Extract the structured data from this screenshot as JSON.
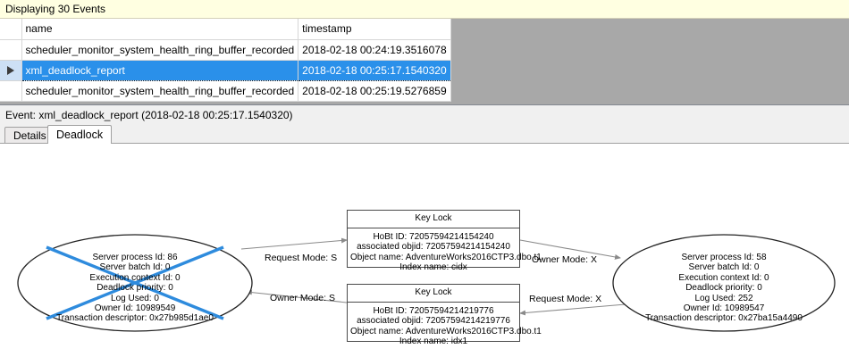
{
  "banner": {
    "text": "Displaying 30 Events"
  },
  "grid": {
    "columns": [
      "",
      "name",
      "timestamp"
    ],
    "rows": [
      {
        "selector": "",
        "name": "scheduler_monitor_system_health_ring_buffer_recorded",
        "timestamp": "2018-02-18 00:24:19.3516078",
        "selected": false
      },
      {
        "selector": "row-marker",
        "name": "xml_deadlock_report",
        "timestamp": "2018-02-18 00:25:17.1540320",
        "selected": true
      },
      {
        "selector": "",
        "name": "scheduler_monitor_system_health_ring_buffer_recorded",
        "timestamp": "2018-02-18 00:25:19.5276859",
        "selected": false
      }
    ]
  },
  "event_header": {
    "text": "Event: xml_deadlock_report (2018-02-18 00:25:17.1540320)"
  },
  "tabs": [
    {
      "label": "Details",
      "active": false
    },
    {
      "label": "Deadlock",
      "active": true
    }
  ],
  "deadlock_graph": {
    "processes": [
      {
        "id": "process-left",
        "victim": true,
        "lines": [
          "Server process Id: 86",
          "Server batch Id: 0",
          "Execution context Id: 0",
          "Deadlock priority: 0",
          "Log Used: 0",
          "Owner Id: 10989549",
          "Transaction descriptor: 0x27b985d1ae0"
        ]
      },
      {
        "id": "process-right",
        "victim": false,
        "lines": [
          "Server process Id: 58",
          "Server batch Id: 0",
          "Execution context Id: 0",
          "Deadlock priority: 0",
          "Log Used: 252",
          "Owner Id: 10989547",
          "Transaction descriptor: 0x27ba15a4490"
        ]
      }
    ],
    "resources": [
      {
        "id": "resource-top",
        "title": "Key Lock",
        "lines": [
          "HoBt ID: 72057594214154240",
          "associated objid: 72057594214154240",
          "Object name: AdventureWorks2016CTP3.dbo.t1",
          "Index name: cidx"
        ]
      },
      {
        "id": "resource-bottom",
        "title": "Key Lock",
        "lines": [
          "HoBt ID: 72057594214219776",
          "associated objid: 72057594214219776",
          "Object name: AdventureWorks2016CTP3.dbo.t1",
          "Index name: idx1"
        ]
      }
    ],
    "edges": [
      {
        "id": "edge-request-s",
        "label": "Request Mode: S"
      },
      {
        "id": "edge-owner-s",
        "label": "Owner Mode: S"
      },
      {
        "id": "edge-owner-x",
        "label": "Owner Mode: X"
      },
      {
        "id": "edge-request-x",
        "label": "Request Mode: X"
      }
    ],
    "colors": {
      "victim_cross": "#2e8bdd",
      "selection": "#2a90ea",
      "banner": "#ffffe1",
      "edge": "#808080",
      "node_border": "#4a4a4a"
    }
  }
}
